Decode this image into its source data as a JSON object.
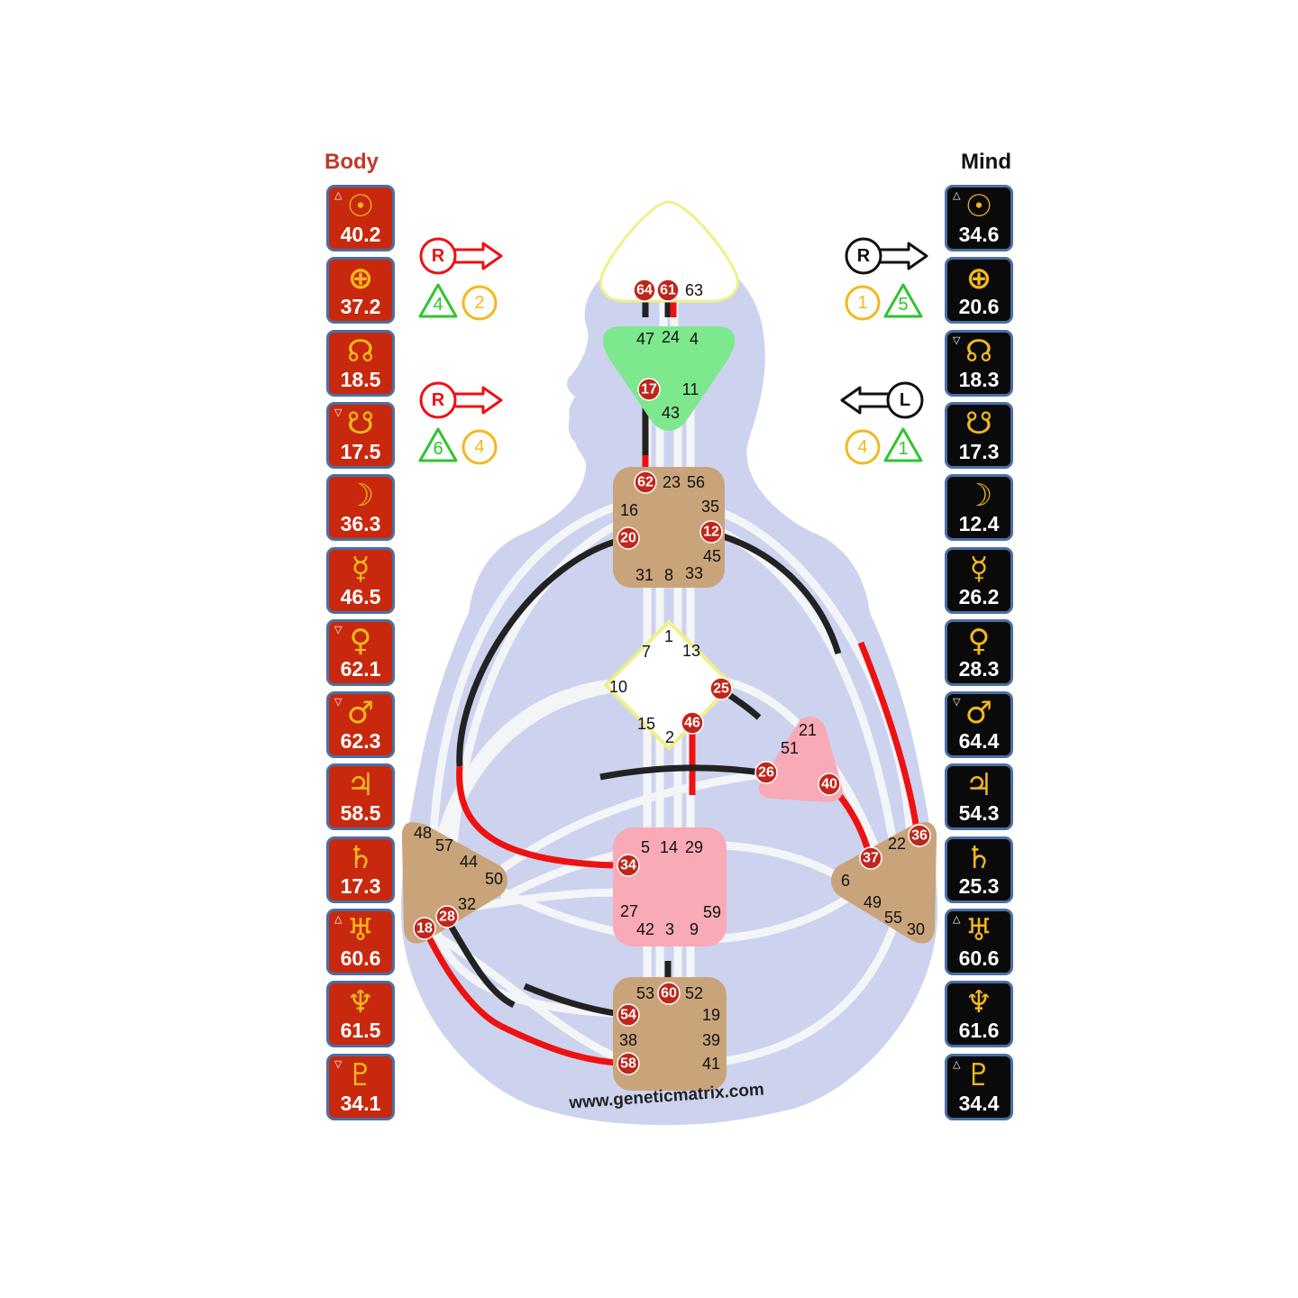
{
  "columns": {
    "body_title": "Body",
    "mind_title": "Mind"
  },
  "body": [
    {
      "planet": "sun-icon",
      "glyph": "☉",
      "value": "40.2",
      "mark": "△"
    },
    {
      "planet": "earth-icon",
      "glyph": "⊕",
      "value": "37.2",
      "mark": ""
    },
    {
      "planet": "north-node-icon",
      "glyph": "☊",
      "value": "18.5",
      "mark": ""
    },
    {
      "planet": "south-node-icon",
      "glyph": "☋",
      "value": "17.5",
      "mark": "▽"
    },
    {
      "planet": "moon-icon",
      "glyph": "☽",
      "value": "36.3",
      "mark": ""
    },
    {
      "planet": "mercury-icon",
      "glyph": "☿",
      "value": "46.5",
      "mark": ""
    },
    {
      "planet": "venus-icon",
      "glyph": "♀",
      "value": "62.1",
      "mark": "▽"
    },
    {
      "planet": "mars-icon",
      "glyph": "♂",
      "value": "62.3",
      "mark": "▽"
    },
    {
      "planet": "jupiter-icon",
      "glyph": "♃",
      "value": "58.5",
      "mark": ""
    },
    {
      "planet": "saturn-icon",
      "glyph": "♄",
      "value": "17.3",
      "mark": ""
    },
    {
      "planet": "uranus-icon",
      "glyph": "♅",
      "value": "60.6",
      "mark": "△"
    },
    {
      "planet": "neptune-icon",
      "glyph": "♆",
      "value": "61.5",
      "mark": ""
    },
    {
      "planet": "pluto-icon",
      "glyph": "♇",
      "value": "34.1",
      "mark": "▽"
    }
  ],
  "mind": [
    {
      "planet": "sun-icon",
      "glyph": "☉",
      "value": "34.6",
      "mark": "△"
    },
    {
      "planet": "earth-icon",
      "glyph": "⊕",
      "value": "20.6",
      "mark": ""
    },
    {
      "planet": "north-node-icon",
      "glyph": "☊",
      "value": "18.3",
      "mark": "▽"
    },
    {
      "planet": "south-node-icon",
      "glyph": "☋",
      "value": "17.3",
      "mark": ""
    },
    {
      "planet": "moon-icon",
      "glyph": "☽",
      "value": "12.4",
      "mark": ""
    },
    {
      "planet": "mercury-icon",
      "glyph": "☿",
      "value": "26.2",
      "mark": ""
    },
    {
      "planet": "venus-icon",
      "glyph": "♀",
      "value": "28.3",
      "mark": ""
    },
    {
      "planet": "mars-icon",
      "glyph": "♂",
      "value": "64.4",
      "mark": "▽"
    },
    {
      "planet": "jupiter-icon",
      "glyph": "♃",
      "value": "54.3",
      "mark": ""
    },
    {
      "planet": "saturn-icon",
      "glyph": "♄",
      "value": "25.3",
      "mark": ""
    },
    {
      "planet": "uranus-icon",
      "glyph": "♅",
      "value": "60.6",
      "mark": "△"
    },
    {
      "planet": "neptune-icon",
      "glyph": "♆",
      "value": "61.6",
      "mark": ""
    },
    {
      "planet": "pluto-icon",
      "glyph": "♇",
      "value": "34.4",
      "mark": "△"
    }
  ],
  "variables": {
    "body_top": {
      "arrow": "R",
      "triangle": "4",
      "circle": "2"
    },
    "body_bottom": {
      "arrow": "R",
      "triangle": "6",
      "circle": "4"
    },
    "mind_top": {
      "arrow": "R",
      "circle": "1",
      "triangle": "5"
    },
    "mind_bottom": {
      "arrow": "L",
      "circle": "4",
      "triangle": "1"
    }
  },
  "gates": {
    "head": [
      "64",
      "61",
      "63"
    ],
    "ajna": [
      "47",
      "24",
      "4",
      "17",
      "11",
      "43"
    ],
    "throat": [
      "62",
      "23",
      "56",
      "16",
      "35",
      "20",
      "12",
      "45",
      "31",
      "8",
      "33"
    ],
    "g": [
      "1",
      "7",
      "13",
      "10",
      "25",
      "15",
      "46",
      "2"
    ],
    "heart": [
      "21",
      "51",
      "26",
      "40"
    ],
    "sacral": [
      "5",
      "14",
      "29",
      "34",
      "27",
      "59",
      "42",
      "3",
      "9"
    ],
    "spleen": [
      "48",
      "57",
      "44",
      "50",
      "32",
      "28",
      "18"
    ],
    "solar_plexus": [
      "36",
      "22",
      "37",
      "6",
      "49",
      "55",
      "30"
    ],
    "root": [
      "53",
      "60",
      "52",
      "54",
      "19",
      "38",
      "39",
      "58",
      "41"
    ]
  },
  "watermark": "www.geneticmatrix.com",
  "colors": {
    "body_red": "#c8290e",
    "mind_black": "#0a0a0a",
    "gold": "#f3b81d",
    "silhouette": "#cdd3ee",
    "head": "#ffffff",
    "ajna": "#7de88e",
    "throat": "#c9a47a",
    "g": "#ffffff",
    "heart": "#f8aab7",
    "sacral": "#f8aab7",
    "spleen": "#c9a47a",
    "solar_plexus": "#c9a47a",
    "root": "#c9a47a",
    "channel_red": "#ee1111",
    "gate_badge": "#c0261b"
  }
}
